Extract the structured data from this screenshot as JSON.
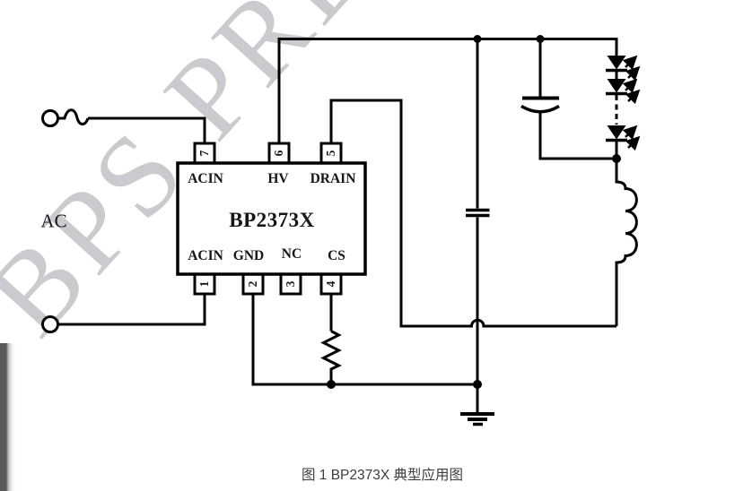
{
  "document": {
    "background": "#ffffff"
  },
  "watermark": {
    "text": "BPS PRE",
    "color": "#cbcbcf"
  },
  "schematic": {
    "line_color": "#000000",
    "ac_label": "AC",
    "ic": {
      "title": "BP2373X",
      "top_pins": [
        {
          "number": "7",
          "label": "ACIN"
        },
        {
          "number": "6",
          "label": "HV"
        },
        {
          "number": "5",
          "label": "DRAIN"
        }
      ],
      "bottom_pins": [
        {
          "number": "1",
          "label": "ACIN"
        },
        {
          "number": "2",
          "label": "GND"
        },
        {
          "number": "3",
          "label": "NC"
        },
        {
          "number": "4",
          "label": "CS"
        }
      ]
    },
    "components": {
      "ac_terminals": "ac-terminal-icon",
      "fuse": "fuse-icon",
      "input_capacitor": "capacitor-icon",
      "output_capacitor": "polarized-capacitor-icon",
      "led_string": "led-string-icon",
      "inductor": "inductor-icon",
      "sense_resistor": "resistor-icon",
      "ground": "earth-ground-icon"
    }
  },
  "figure": {
    "caption": "图 1 BP2373X 典型应用图",
    "caption_color": "#3c3c3c"
  },
  "left_edge_bar": {
    "color": "#59595b"
  }
}
